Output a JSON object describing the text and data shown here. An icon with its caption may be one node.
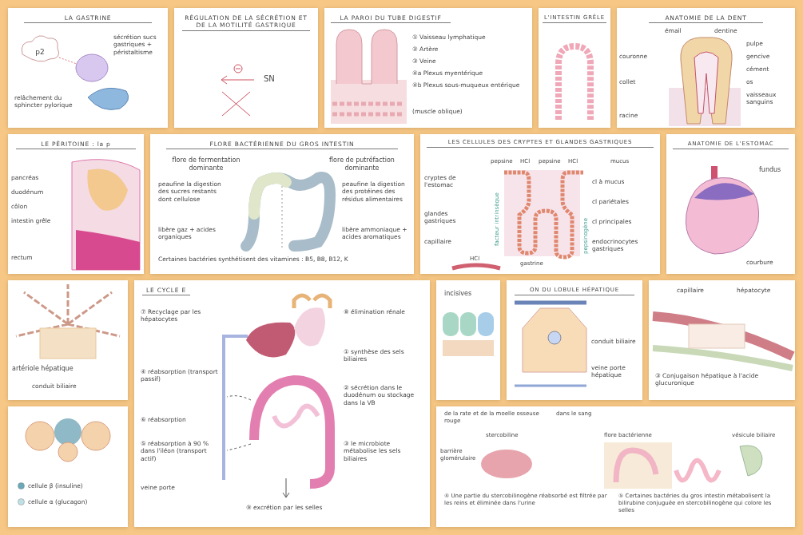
{
  "diagram": {
    "nodes": [
      {
        "text": [
          "LA GASTRINE",
          "p2",
          "sécrétion sucs gastriques + péristaltisme",
          "relâchement du sphincter pylorique"
        ]
      },
      {
        "text": [
          "RÉGULATION DE LA SÉCRÉTION ET DE LA MOTILITÉ GASTRIQUE",
          "SN"
        ]
      },
      {
        "text": [
          "LA PAROI DU TUBE DIGESTIF",
          "① Vaisseau lymphatique",
          "② Artère",
          "③ Veine",
          "④a Plexus myentérique",
          "④b Plexus sous-muqueux entérique",
          "(muscle oblique)"
        ]
      },
      {
        "text": [
          "L'INTESTIN GRÊLE"
        ]
      },
      {
        "text": [
          "ANATOMIE DE LA DENT",
          "émail",
          "dentine",
          "pulpe",
          "couronne",
          "gencive",
          "cément",
          "collet",
          "os",
          "vaisseaux sanguins",
          "racine"
        ]
      },
      {
        "text": [
          "LE PÉRITOINE : la p",
          "pancréas",
          "duodénum",
          "côlon",
          "intestin grêle",
          "rectum"
        ]
      },
      {
        "text": [
          "ANATOMIE DE L'ESTOMAC",
          "fundus",
          "courbure"
        ]
      },
      {
        "text": [
          "artériole hépatique",
          "conduit biliaire"
        ]
      },
      {
        "text": [
          "de la rate et de la moelle osseuse rouge",
          "dans le sang",
          "stercobiline",
          "flore bactérienne",
          "vésicule biliaire",
          "barrière glomérulaire",
          "④ Une partie du stercobilinogène réabsorbé est filtrée par les reins et éliminée dans l'urine",
          "⑤ Certaines bactéries du gros intestin métabolisent la bilirubine conjuguée en stercobilinogène qui colore les selles"
        ]
      },
      {
        "text": [
          "ON DU LOBULE HÉPATIQUE",
          "conduit biliaire",
          "veine porte hépatique"
        ]
      },
      {
        "text": [
          "capillaire",
          "hépatocyte",
          "③ Conjugaison hépatique à l'acide glucuronique"
        ]
      },
      {
        "text": [
          "LE CYCLE E",
          "⑦ Recyclage par les hépatocytes",
          "⑧ élimination rénale",
          "① synthèse des sels biliaires",
          "④ réabsorption (transport passif)",
          "② sécrétion dans le duodénum ou stockage dans la VB",
          "⑥ réabsorption",
          "⑤ réabsorption à 90 % dans l'iléon (transport actif)",
          "③ le microbiote métabolise les sels biliaires",
          "veine porte",
          "⑨ excrétion par les selles"
        ]
      },
      {
        "text": [
          "incisives"
        ]
      },
      {
        "text": [
          "FLORE BACTÉRIENNE DU GROS INTESTIN",
          "flore de fermentation dominante",
          "flore de putréfaction dominante",
          "peaufine la digestion des sucres restants dont cellulose",
          "peaufine la digestion des protéines des résidus alimentaires",
          "libère gaz + acides organiques",
          "libère ammoniaque + acides aromatiques",
          "Certaines bactéries synthétisent des vitamines : B5, B8, B12, K"
        ]
      },
      {
        "text": [
          "LES CELLULES DES CRYPTES ET GLANDES GASTRIQUES",
          "pepsine",
          "HCl",
          "pepsine",
          "HCl",
          "mucus",
          "cryptes de l'estomac",
          "cl à mucus",
          "cl pariétales",
          "glandes gastriques",
          "cl principales",
          "capillaire",
          "endocrinocytes gastriques",
          "facteur intrinsèque",
          "HCl",
          "pepsinogène",
          "gastrine"
        ]
      },
      {
        "text": [],
        "shape": "box"
      }
    ],
    "legend": [
      {
        "text": "cellule β (insuline)",
        "color": "#6aa9b8"
      },
      {
        "text": "cellule α (glucagon)",
        "color": "#bfe0e6"
      }
    ]
  }
}
